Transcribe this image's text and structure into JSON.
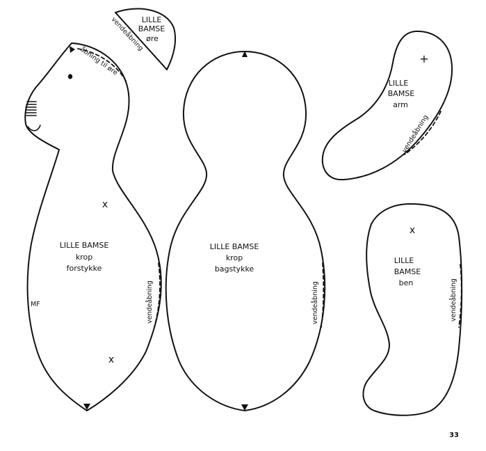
{
  "pieces": {
    "ear": {
      "title_line1": "LILLE",
      "title_line2": "BAMSE",
      "name": "øre",
      "opening": "vendeåbning"
    },
    "front": {
      "title": "LILLE BAMSE",
      "name_line1": "krop",
      "name_line2": "forstykke",
      "ear_opening": "åbning til øre",
      "opening": "vendeåbning",
      "center_mark": "MF",
      "cross_marks": [
        "x",
        "x"
      ]
    },
    "back": {
      "title": "LILLE BAMSE",
      "name_line1": "krop",
      "name_line2": "bagstykke",
      "opening": "vendeåbning"
    },
    "arm": {
      "title_line1": "LILLE",
      "title_line2": "BAMSE",
      "name": "arm",
      "opening": "vendeåbning",
      "cross_mark": "+"
    },
    "leg": {
      "title_line1": "LILLE",
      "title_line2": "BAMSE",
      "name": "ben",
      "opening": "vendeåbning",
      "cross_mark": "x"
    }
  },
  "page_number": "33"
}
